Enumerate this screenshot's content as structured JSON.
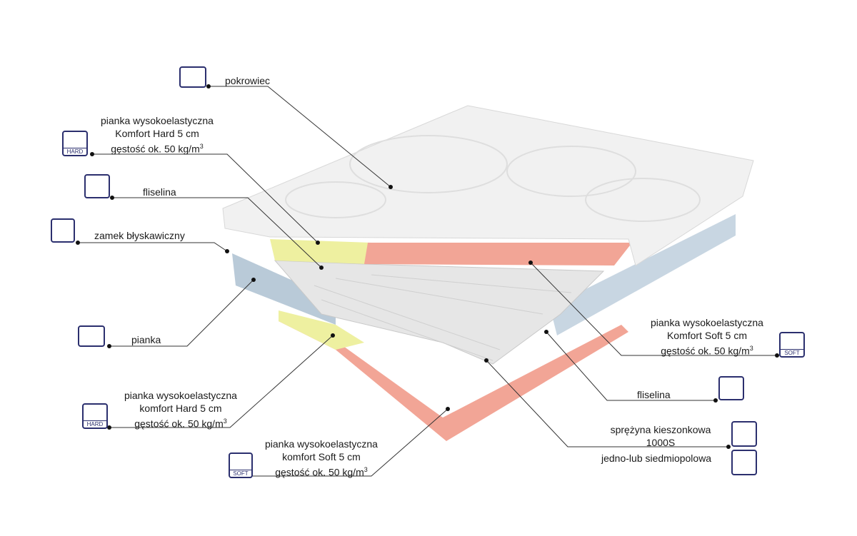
{
  "labels": {
    "cover": "pokrowiec",
    "hard_top": {
      "line1": "pianka wysokoelastyczna",
      "line2": "Komfort Hard 5 cm",
      "line3": "gęstość ok. 50 kg/m",
      "sup": "3"
    },
    "fleece_left": "fliselina",
    "zipper": "zamek błyskawiczny",
    "foam": "pianka",
    "hard_bottom": {
      "line1": "pianka wysokoelastyczna",
      "line2": "komfort Hard 5 cm",
      "line3": "gęstość ok. 50 kg/m",
      "sup": "3"
    },
    "soft_bottom": {
      "line1": "pianka wysokoelastyczna",
      "line2": "komfort Soft 5 cm",
      "line3": "gęstość ok. 50 kg/m",
      "sup": "3"
    },
    "soft_right": {
      "line1": "pianka wysokoelastyczna",
      "line2": "Komfort Soft 5 cm",
      "line3": "gęstość ok. 50 kg/m",
      "sup": "3"
    },
    "fleece_right": "fliselina",
    "spring": {
      "line1": "sprężyna kieszonkowa",
      "line2": "1000S"
    },
    "zones": "jedno-lub siedmiopolowa"
  },
  "icon_tags": {
    "hard": "HARD",
    "soft": "SOFT"
  },
  "colors": {
    "icon": "#2b2f6e",
    "pink": "#f2a596",
    "yellow": "#eef0a0",
    "blue": "#b9cad8"
  }
}
